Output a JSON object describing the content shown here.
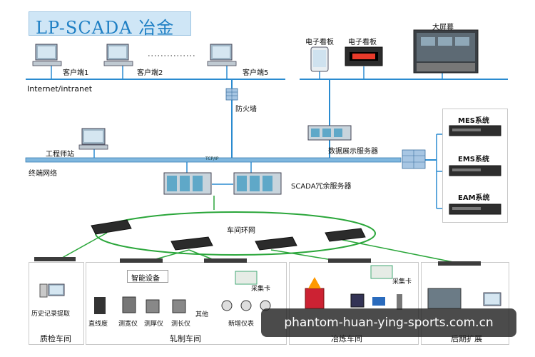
{
  "title": "LP-SCADA 冶金",
  "network": {
    "internet": "Internet/intranet",
    "terminal_net": "终端网络",
    "tcpip": "TCP/IP",
    "ring": "车间环网"
  },
  "clients": {
    "client1": "客户端1",
    "client2": "客户端2",
    "client5": "客户端5"
  },
  "firewall": "防火墙",
  "engineer": "工程师站",
  "display_server": "数据展示服务器",
  "scada_server": "SCADA冗余服务器",
  "boards": {
    "board1": "电子看板",
    "board2": "电子看板",
    "big_screen": "大屏幕"
  },
  "systems": {
    "mes": "MES系统",
    "ems": "EMS系统",
    "eam": "EAM系统"
  },
  "quality": {
    "history": "历史记录提取",
    "name": "质检车间"
  },
  "rolling": {
    "smart": "智能设备",
    "straight": "直线度",
    "width": "测宽仪",
    "thickness": "测厚仪",
    "length": "测长仪",
    "other": "其他",
    "card": "采集卡",
    "new_meter": "新增仪表",
    "name": "轧制车间"
  },
  "smelting": {
    "card": "采集卡",
    "name": "冶炼车间"
  },
  "expansion": {
    "name": "后期扩展"
  },
  "watermark": "phantom-huan-ying-sports.com.cn",
  "colors": {
    "line_green": "#2aa63a",
    "bus_blue": "#2a8bd0",
    "title_blue": "#1e7fc4",
    "title_bg": "#cfe6f6"
  }
}
